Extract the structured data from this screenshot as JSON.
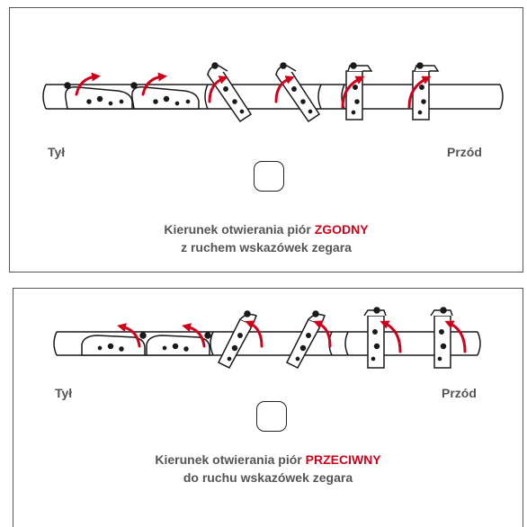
{
  "colors": {
    "accent": "#d0021b",
    "text": "#555555",
    "line": "#1a1a1a"
  },
  "option_clockwise": {
    "label_back": "Tył",
    "label_front": "Przód",
    "checkbox_checked": false,
    "caption_line1_prefix": "Kierunek otwierania piór ",
    "caption_line1_highlight": "ZGODNY",
    "caption_line2": "z ruchem wskazówek zegara"
  },
  "option_counterclockwise": {
    "label_back": "Tył",
    "label_front": "Przód",
    "checkbox_checked": false,
    "caption_line1_prefix": "Kierunek otwierania piór ",
    "caption_line1_highlight": "PRZECIWNY",
    "caption_line2": "do ruchu wskazówek zegara"
  }
}
